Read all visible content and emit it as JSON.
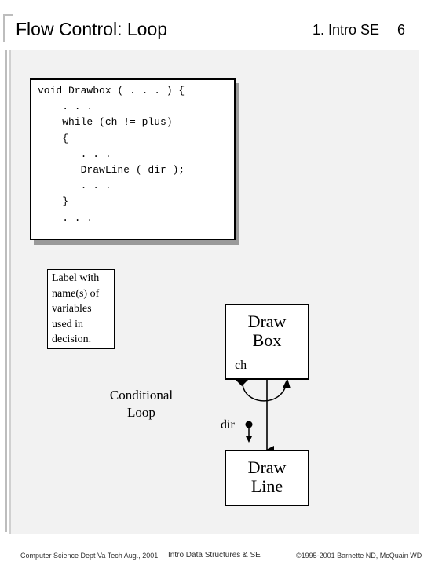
{
  "header": {
    "title": "Flow Control:  Loop",
    "section": "1. Intro SE",
    "page_number": "6"
  },
  "code": {
    "lines": [
      "void Drawbox ( . . . ) {",
      "    . . .",
      "    while (ch != plus)",
      "    {",
      "       . . .",
      "       DrawLine ( dir );",
      "       . . .",
      "    }",
      "    . . ."
    ]
  },
  "note": {
    "lines": [
      "Label with",
      "name(s) of",
      "variables",
      "used in",
      "decision."
    ]
  },
  "diagram": {
    "draw_box": [
      "Draw",
      "Box"
    ],
    "draw_line": [
      "Draw",
      "Line"
    ],
    "decision_variable": "ch",
    "data_flow_variable": "dir",
    "loop_label": [
      "Conditional",
      "Loop"
    ]
  },
  "footer": {
    "left": "Computer Science Dept Va Tech Aug., 2001",
    "center": "Intro Data Structures & SE",
    "right": "©1995-2001 Barnette ND, McQuain WD"
  }
}
